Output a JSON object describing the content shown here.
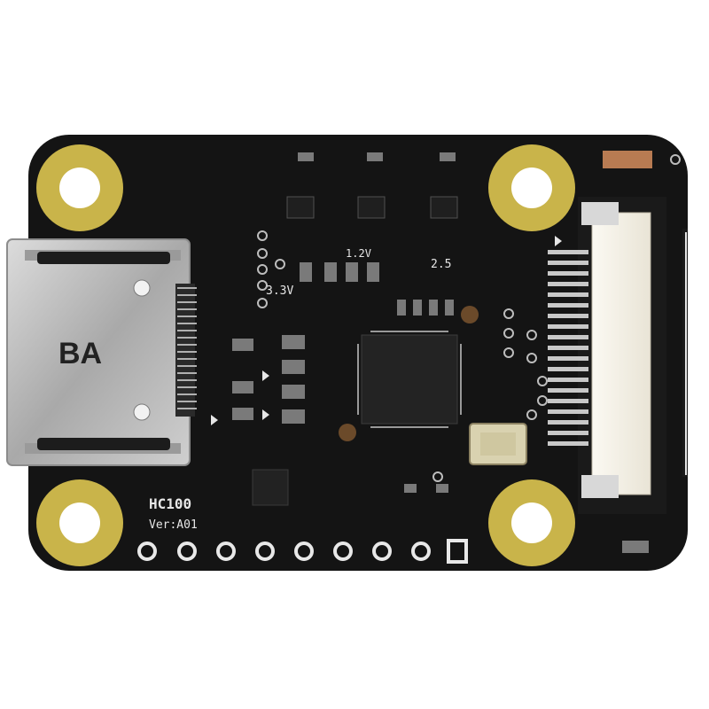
{
  "board": {
    "model": "HC100",
    "version": "Ver:A01",
    "labels": {
      "v33": "3.3V",
      "v12": "1.2",
      "v12_suffix": "V",
      "v25": "2.5"
    },
    "connector_text": "BA",
    "colors": {
      "pcb": "#141414",
      "silk": "#e6e6e6",
      "pad_gold": "#c9b44a",
      "metal": "#bfbfbf",
      "connector_white": "#f3f0e6"
    }
  }
}
